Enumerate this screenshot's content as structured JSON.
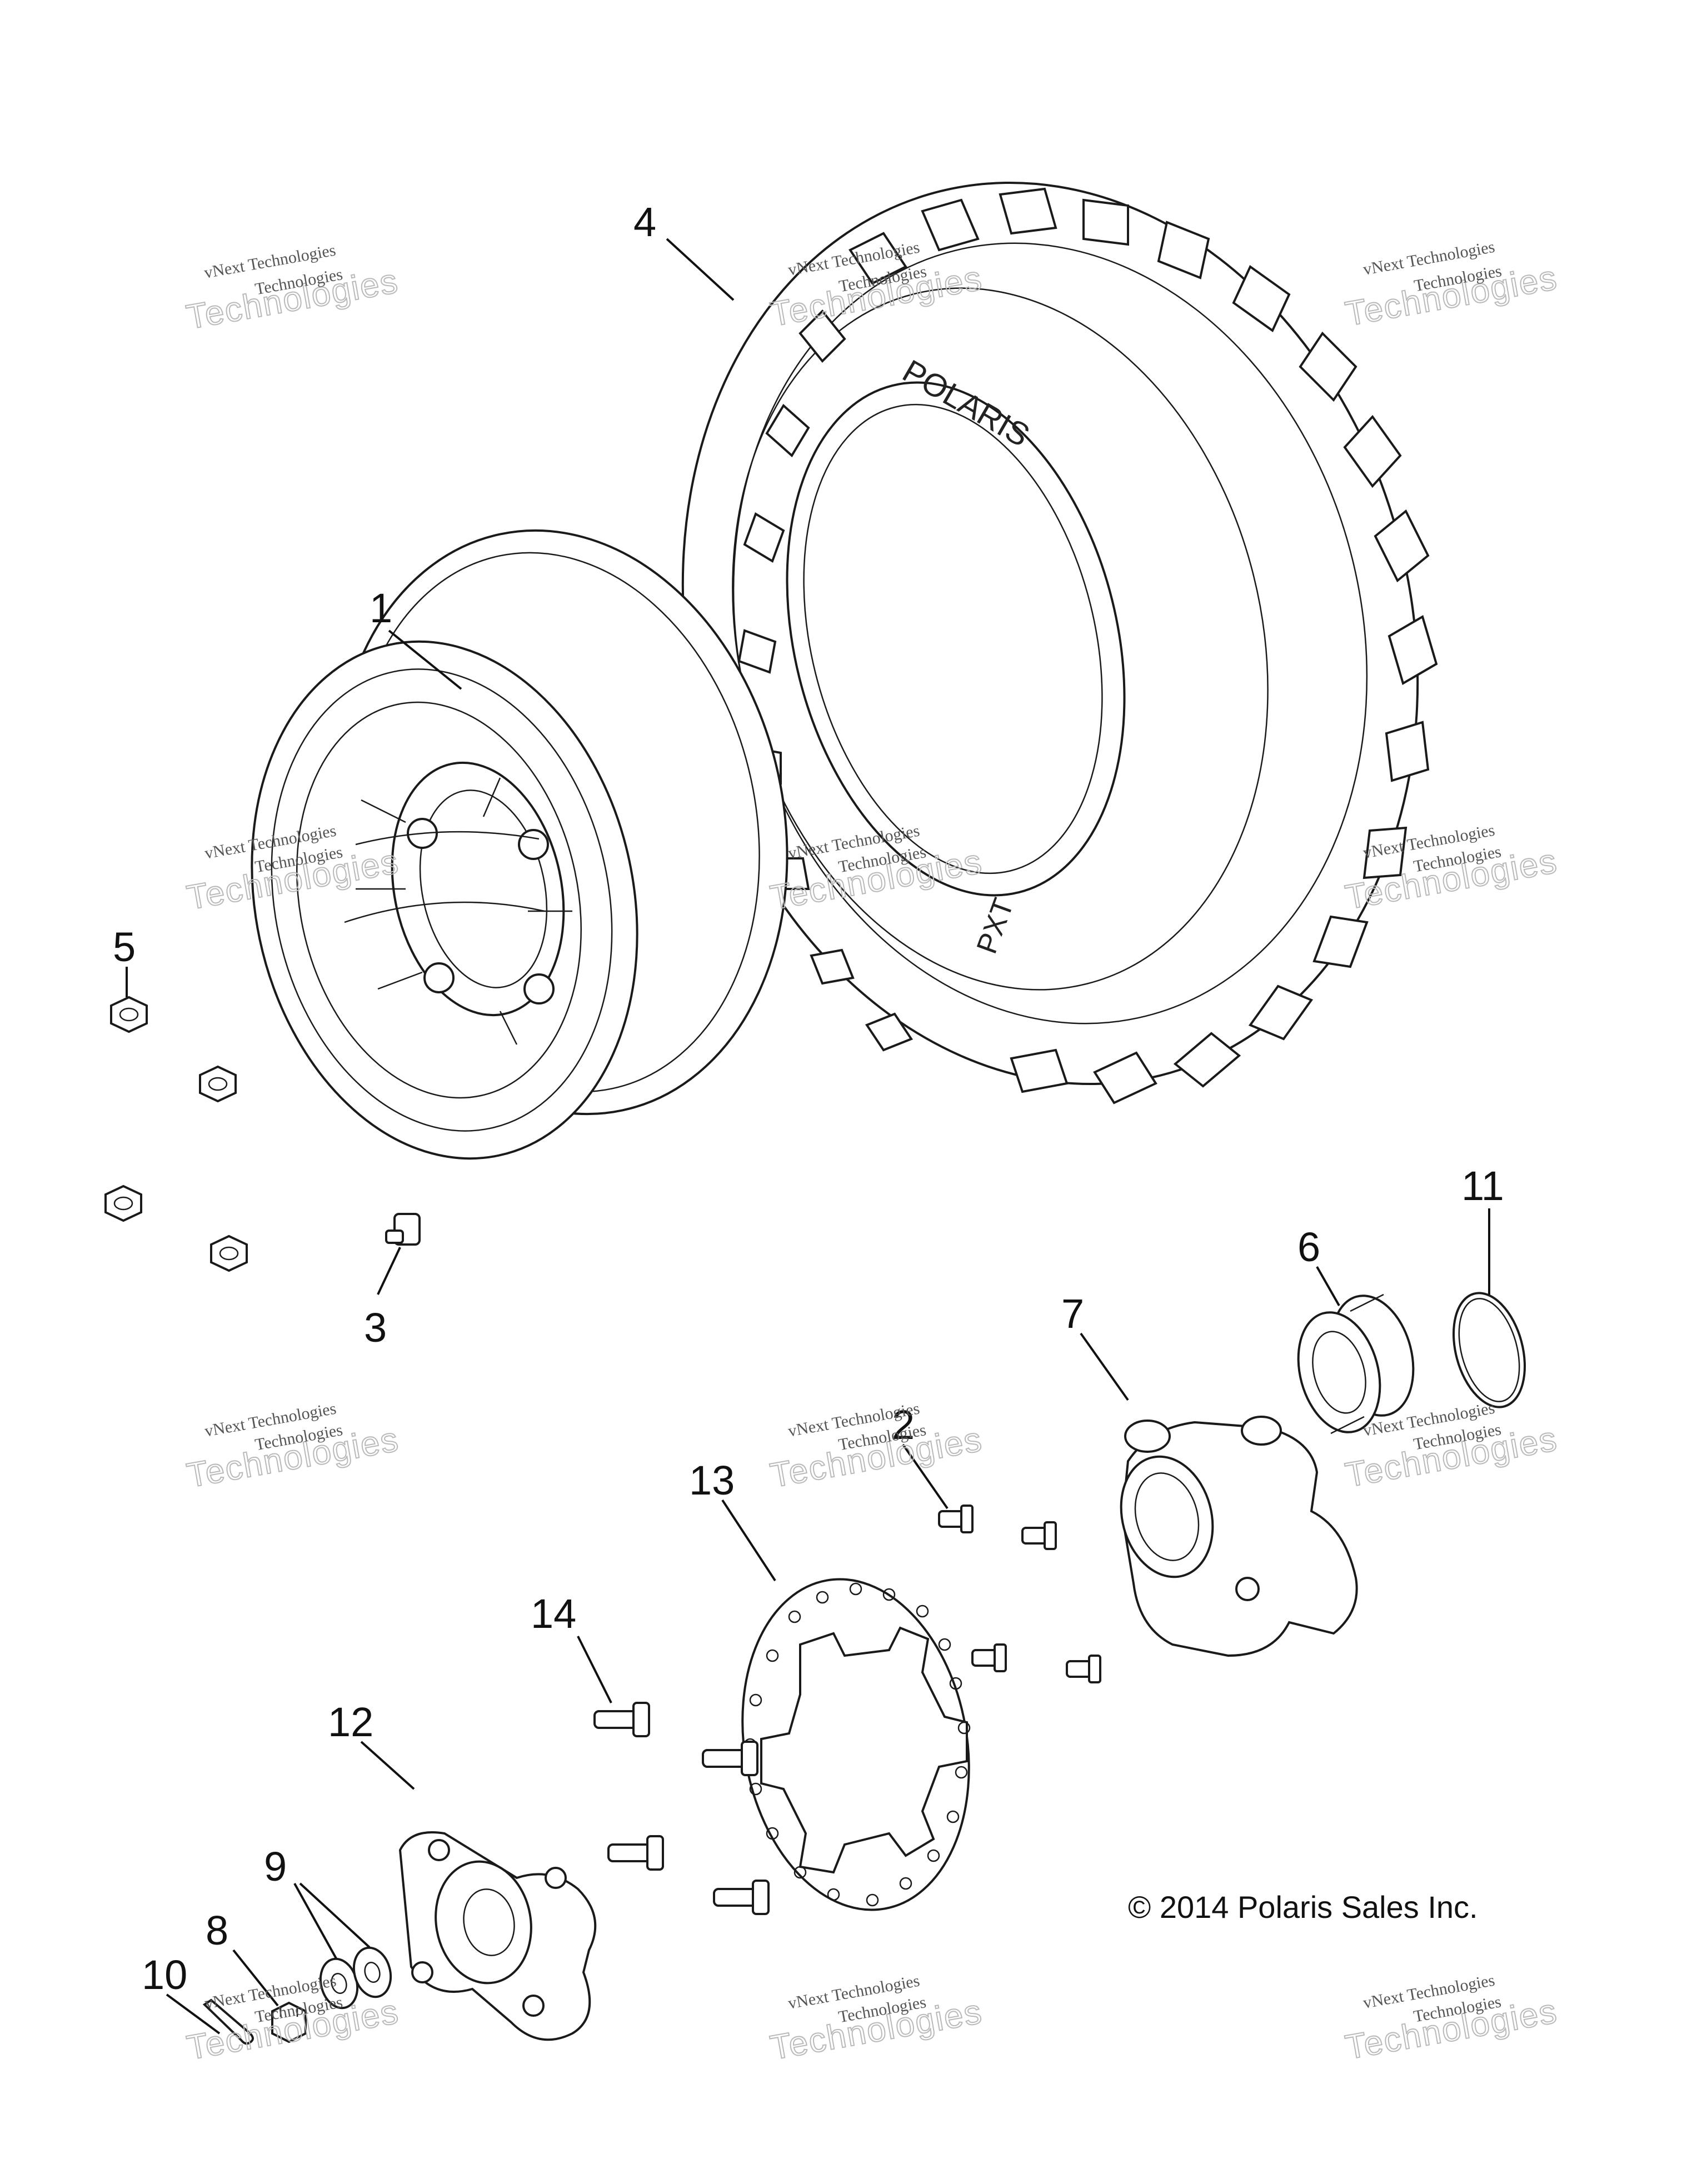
{
  "copyright": "© 2014 Polaris Sales Inc.",
  "watermark": {
    "line1": "vNext Technologies",
    "line2": "Technologies"
  },
  "tire_markings": {
    "brand": "POLARIS",
    "model": "PXT"
  },
  "callouts": [
    {
      "id": "1",
      "label": "1"
    },
    {
      "id": "2",
      "label": "2"
    },
    {
      "id": "3",
      "label": "3"
    },
    {
      "id": "4",
      "label": "4"
    },
    {
      "id": "5",
      "label": "5"
    },
    {
      "id": "6",
      "label": "6"
    },
    {
      "id": "7",
      "label": "7"
    },
    {
      "id": "8",
      "label": "8"
    },
    {
      "id": "9",
      "label": "9"
    },
    {
      "id": "10",
      "label": "10"
    },
    {
      "id": "11",
      "label": "11"
    },
    {
      "id": "12",
      "label": "12"
    },
    {
      "id": "13",
      "label": "13"
    },
    {
      "id": "14",
      "label": "14"
    }
  ]
}
